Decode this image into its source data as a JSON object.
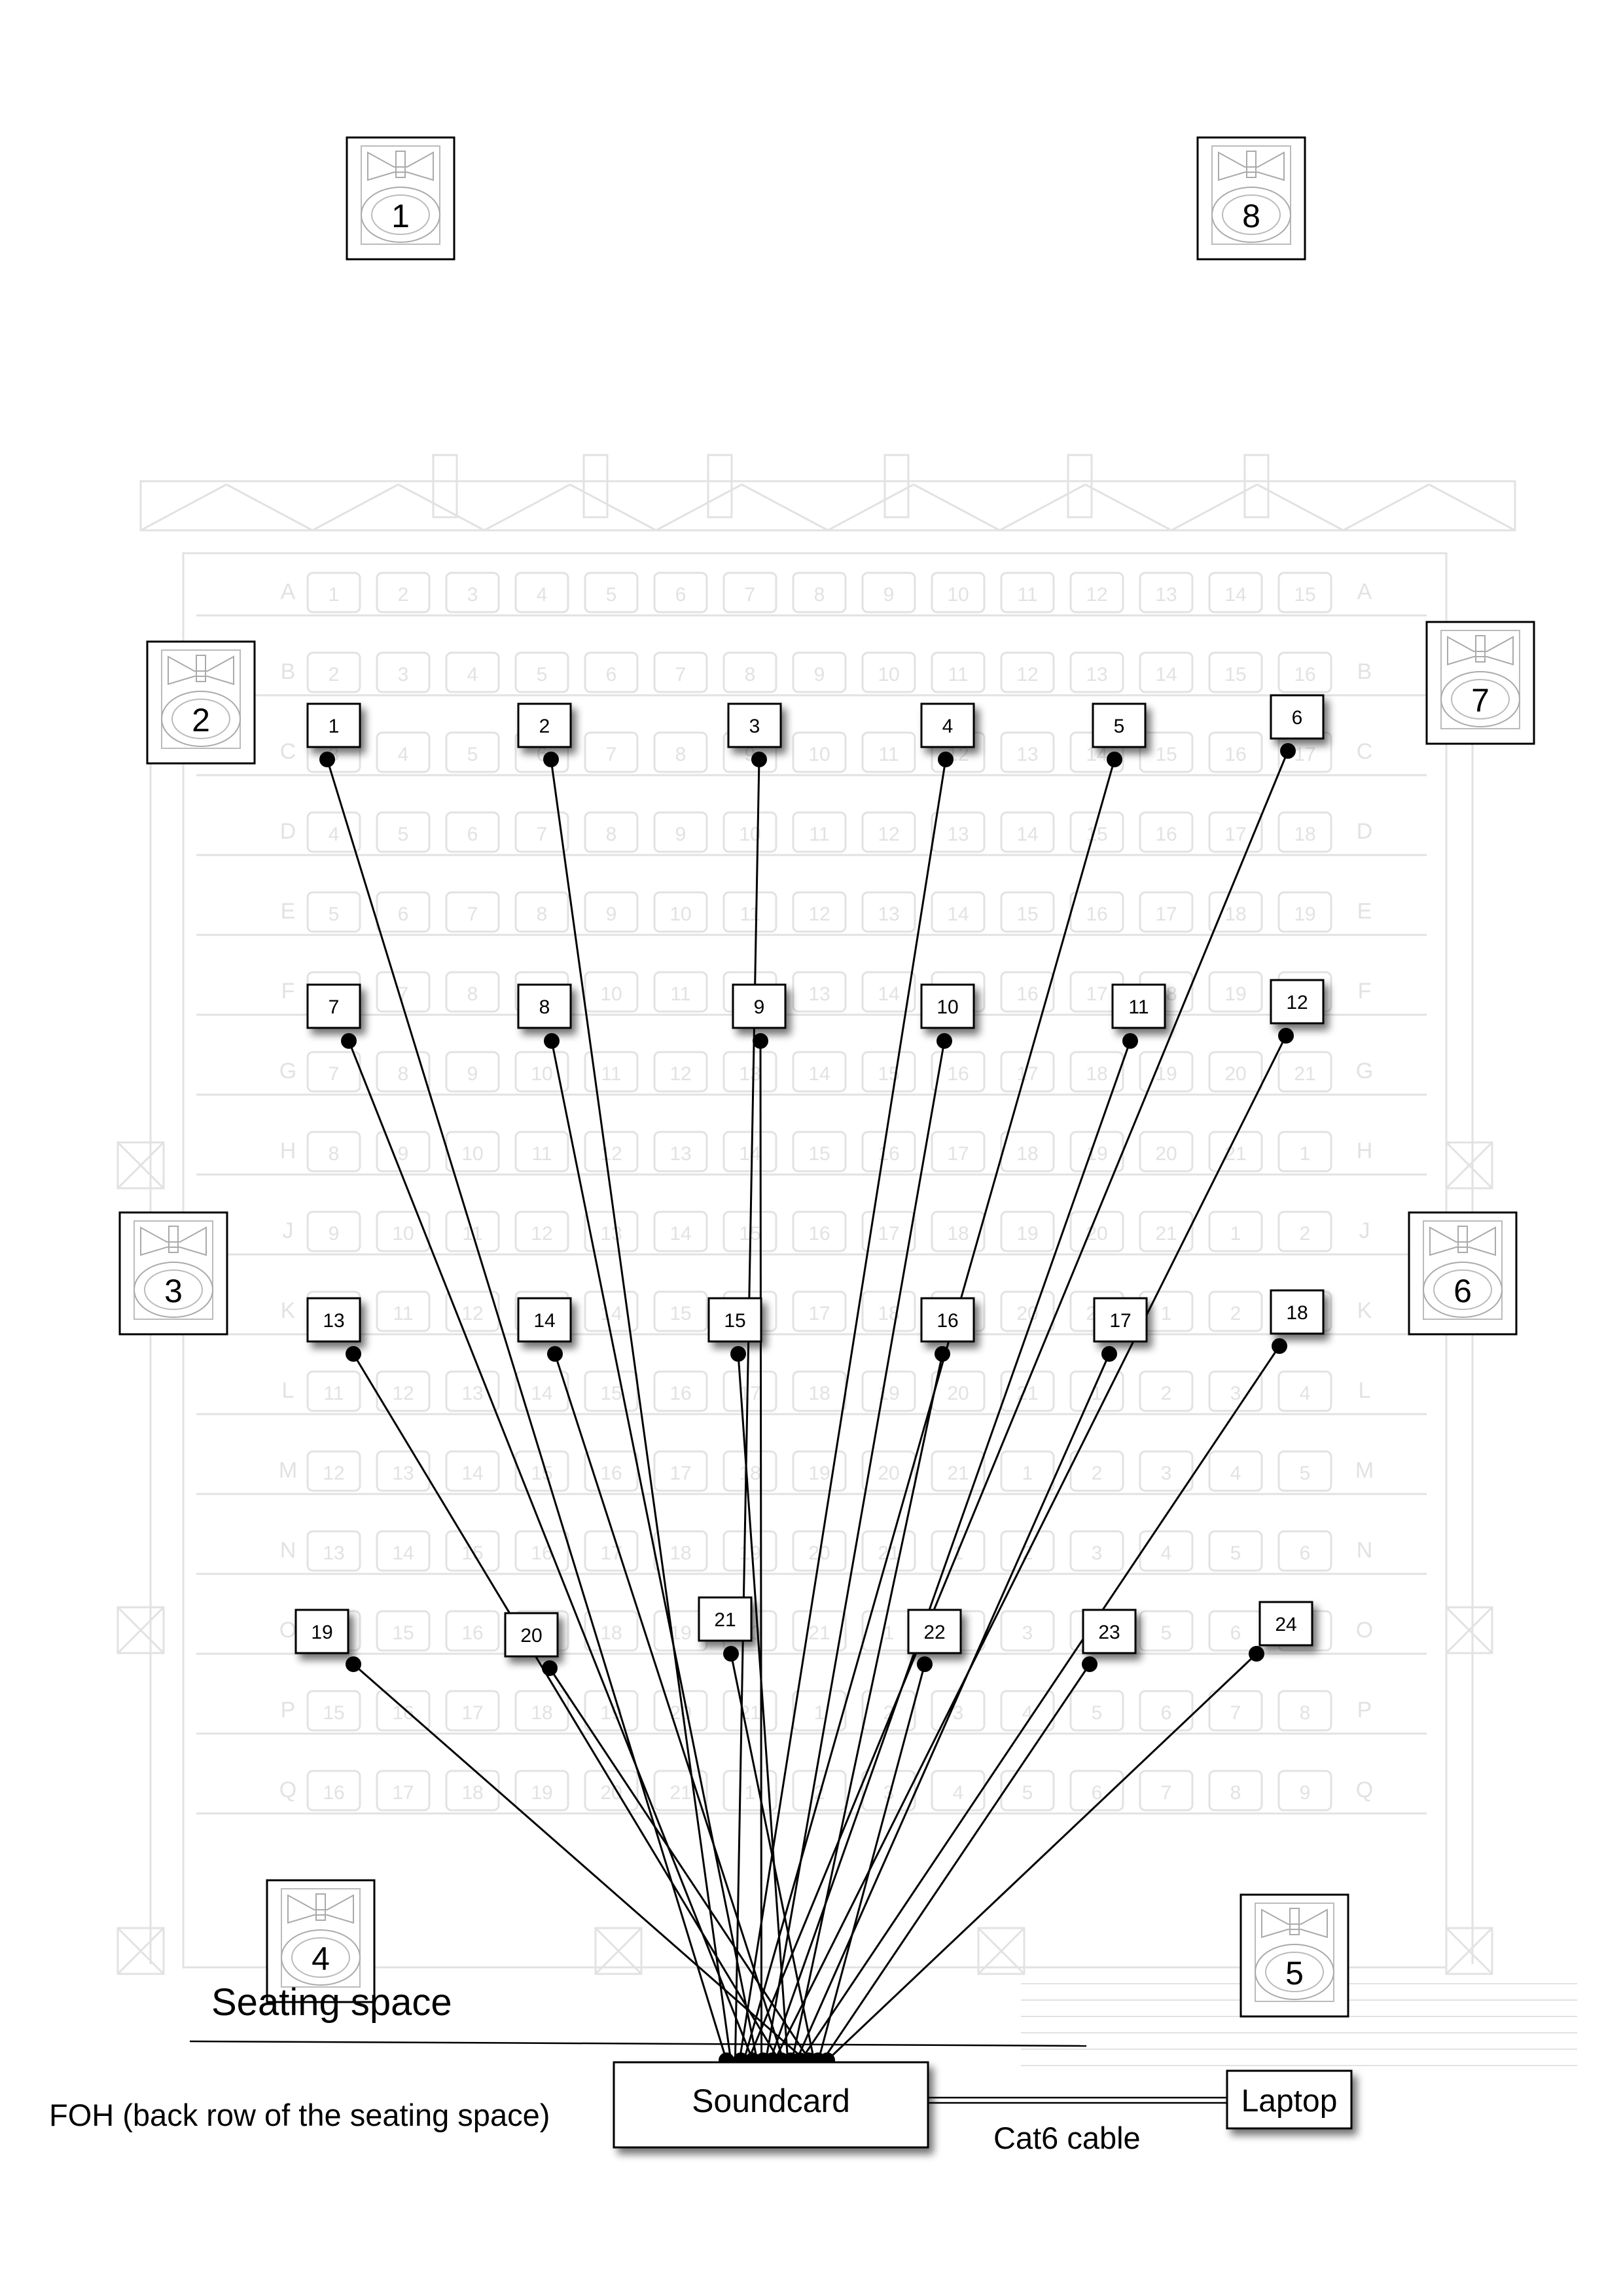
{
  "speakers": [
    {
      "id": "speaker-1",
      "label": "1"
    },
    {
      "id": "speaker-8",
      "label": "8"
    },
    {
      "id": "speaker-2",
      "label": "2"
    },
    {
      "id": "speaker-7",
      "label": "7"
    },
    {
      "id": "speaker-3",
      "label": "3"
    },
    {
      "id": "speaker-6",
      "label": "6"
    },
    {
      "id": "speaker-4",
      "label": "4"
    },
    {
      "id": "speaker-5",
      "label": "5"
    }
  ],
  "nodes": [
    "1",
    "2",
    "3",
    "4",
    "5",
    "6",
    "7",
    "8",
    "9",
    "10",
    "11",
    "12",
    "13",
    "14",
    "15",
    "16",
    "17",
    "18",
    "19",
    "20",
    "21",
    "22",
    "23",
    "24"
  ],
  "labels": {
    "seating_space": "Seating space",
    "soundcard": "Soundcard",
    "laptop": "Laptop",
    "cable": "Cat6 cable",
    "foh": "FOH (back row of the seating space)"
  },
  "background_plan": {
    "row_letters": [
      "A",
      "B",
      "C",
      "D",
      "E",
      "F",
      "G",
      "H",
      "J",
      "K",
      "L",
      "M",
      "N",
      "O",
      "P",
      "Q"
    ],
    "seat_numbers": [
      "1",
      "2",
      "3",
      "4",
      "5",
      "6",
      "7",
      "8",
      "9",
      "10",
      "11",
      "12",
      "13",
      "14",
      "15",
      "16",
      "17",
      "18",
      "19",
      "20",
      "21"
    ]
  },
  "colors": {
    "ink": "#000000",
    "plan_faint": "#e2e2e2",
    "box_fill": "#ffffff",
    "shadow": "#9a9a9a"
  }
}
